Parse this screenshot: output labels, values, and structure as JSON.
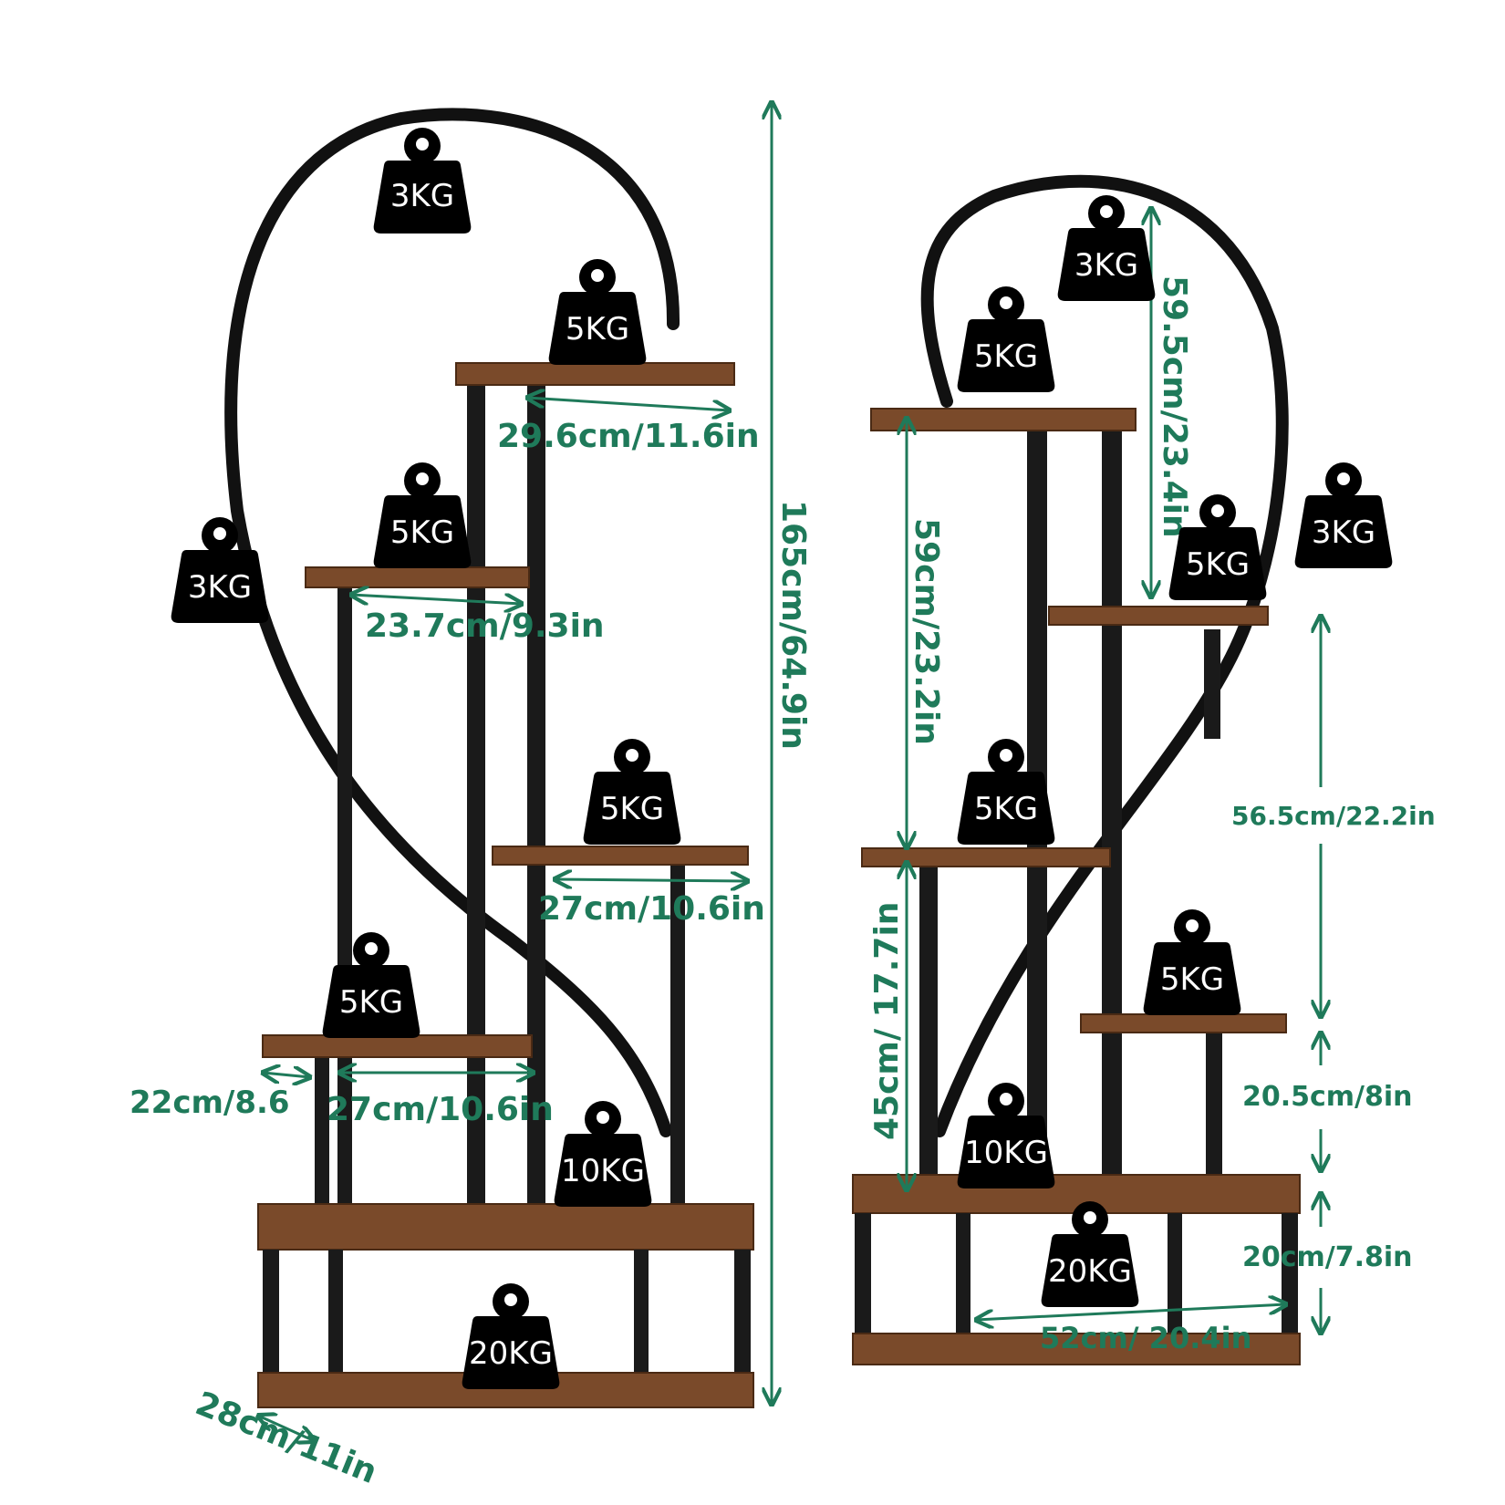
{
  "colors": {
    "dimension": "#1f7a5a",
    "weight_tag": "#000000",
    "wood": "#7a4a2a",
    "metal": "#1a1a1a"
  },
  "left_stand": {
    "height": "165cm/64.9in",
    "depth": "28cm/11in",
    "shelves": {
      "top": "29.6cm/11.6in",
      "second": "23.7cm/9.3in",
      "third": "27cm/10.6in",
      "fourth_depth": "22cm/8.6",
      "fourth_width": "27cm/10.6in"
    },
    "weights": [
      "3KG",
      "5KG",
      "5KG",
      "3KG",
      "5KG",
      "5KG",
      "10KG",
      "20KG"
    ]
  },
  "right_stand": {
    "arch_height": "59.5cm/23.4in",
    "upper_gap": "59cm/23.2in",
    "lower_gap": "45cm/ 17.7in",
    "side_gap": "56.5cm/22.2in",
    "small_gap": "20.5cm/8in",
    "base_height": "20cm/7.8in",
    "base_width": "52cm/ 20.4in",
    "weights": [
      "3KG",
      "5KG",
      "3KG",
      "5KG",
      "5KG",
      "5KG",
      "10KG",
      "20KG"
    ]
  }
}
